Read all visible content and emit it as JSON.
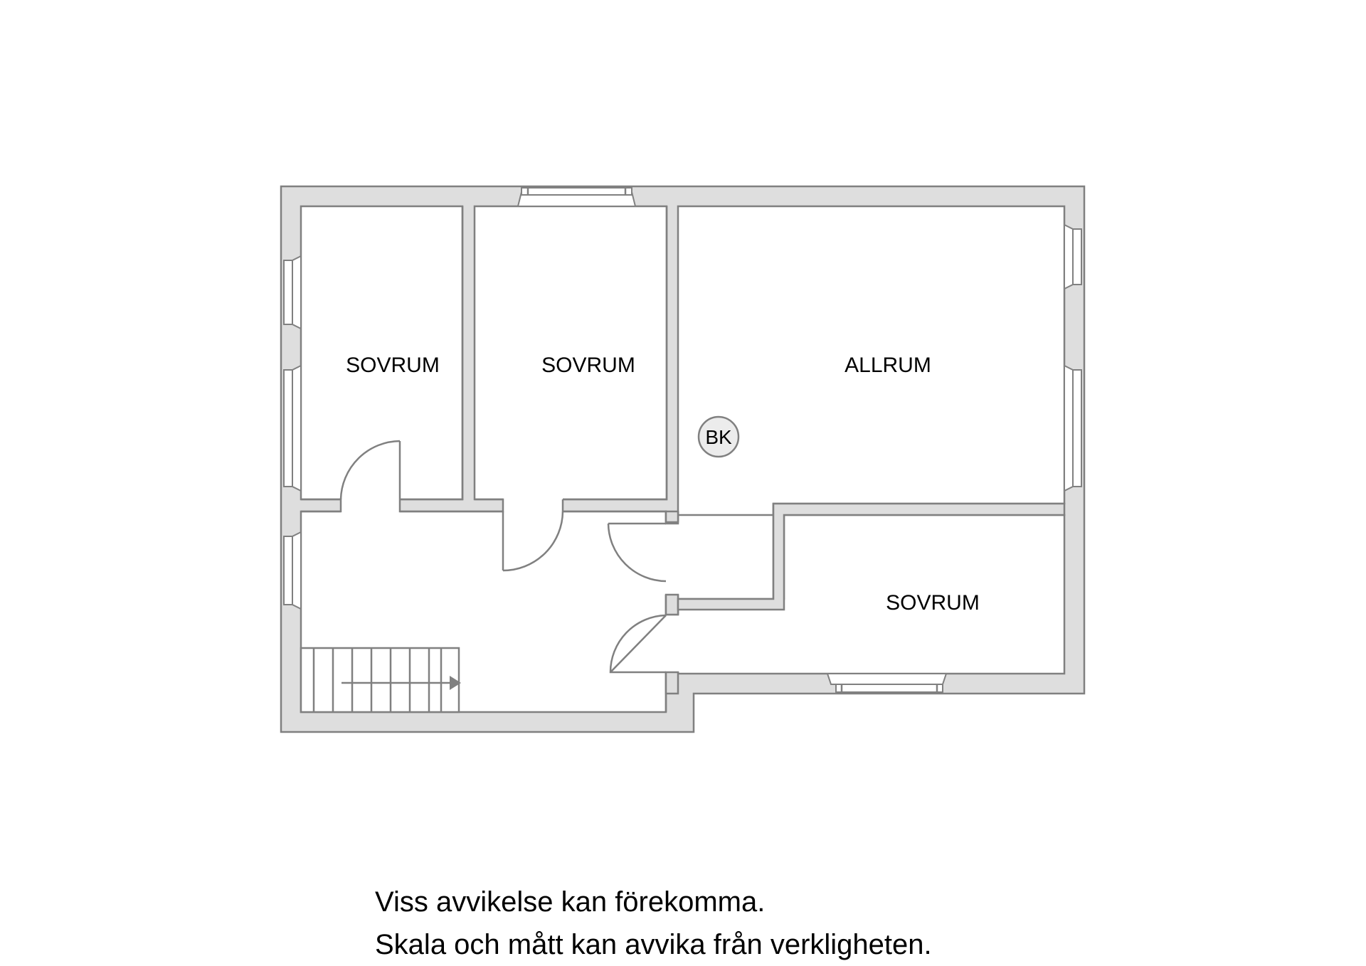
{
  "floorplan": {
    "rooms": [
      {
        "id": "sovrum-1",
        "label": "SOVRUM"
      },
      {
        "id": "sovrum-2",
        "label": "SOVRUM"
      },
      {
        "id": "allrum",
        "label": "ALLRUM"
      },
      {
        "id": "sovrum-3",
        "label": "SOVRUM"
      }
    ],
    "symbols": {
      "bk": "BK"
    },
    "colors": {
      "wall_fill": "#dedede",
      "wall_stroke": "#808080",
      "background": "#ffffff"
    }
  },
  "disclaimer": {
    "line1": "Viss avvikelse kan förekomma.",
    "line2": "Skala och mått kan avvika från verkligheten."
  }
}
